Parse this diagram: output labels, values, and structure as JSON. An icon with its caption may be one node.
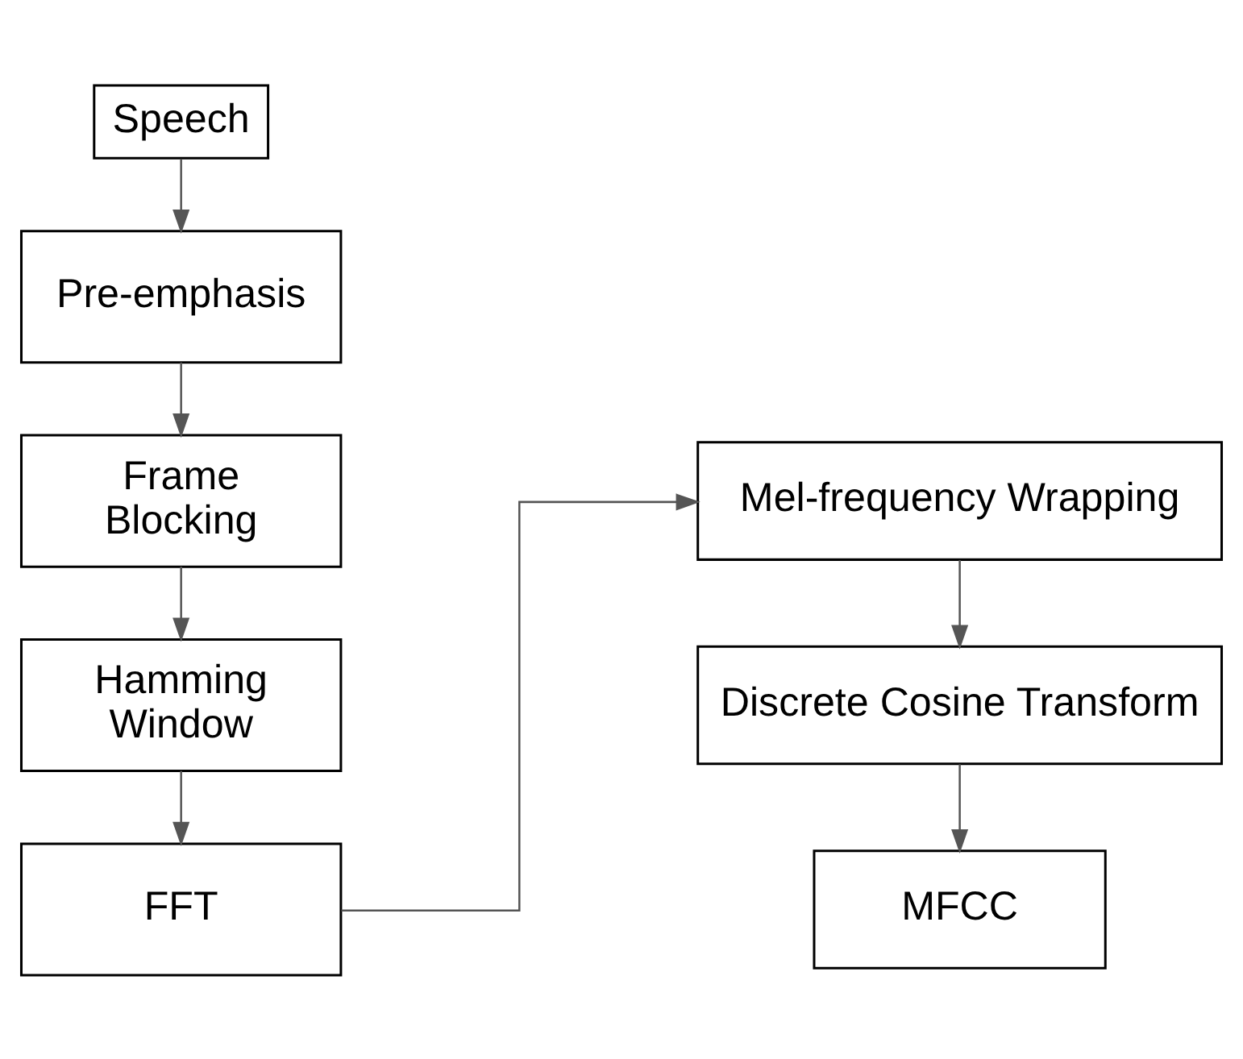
{
  "diagram": {
    "nodes": [
      {
        "text": [
          "Speech"
        ]
      },
      {
        "text": [
          "Pre-emphasis"
        ]
      },
      {
        "text": [
          "Frame Blocking"
        ]
      },
      {
        "text": [
          "Hamming Window"
        ]
      },
      {
        "text": [
          "FFT"
        ]
      },
      {
        "text": [
          "Mel-frequency Wrapping"
        ]
      },
      {
        "text": [
          "Discrete Cosine Transform"
        ]
      },
      {
        "text": [
          "MFCC"
        ]
      }
    ],
    "edges": [
      {
        "from": 0,
        "to": 1,
        "arrow": "to"
      },
      {
        "from": 1,
        "to": 2,
        "arrow": "to"
      },
      {
        "from": 2,
        "to": 3,
        "arrow": "to"
      },
      {
        "from": 3,
        "to": 4,
        "arrow": "to"
      },
      {
        "from": 4,
        "to": 5,
        "arrow": "to"
      },
      {
        "from": 5,
        "to": 6,
        "arrow": "to"
      },
      {
        "from": 6,
        "to": 7,
        "arrow": "to"
      }
    ]
  }
}
